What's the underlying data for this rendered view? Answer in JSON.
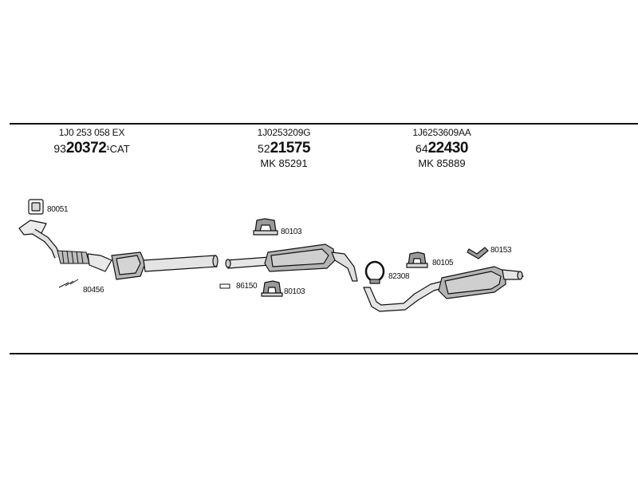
{
  "sections": [
    {
      "oem": "1J0 253 058 EX",
      "prefix": "93",
      "number": "20372",
      "suffix": "¹CAT",
      "mk": ""
    },
    {
      "oem": "1J0253209G",
      "prefix": "52",
      "number": "21575",
      "suffix": "",
      "mk": "MK  85291"
    },
    {
      "oem": "1J6253609AA",
      "prefix": "64",
      "number": "22430",
      "suffix": "",
      "mk": "MK  85889"
    }
  ],
  "parts": {
    "gasket_top": "80051",
    "bolts": "80456",
    "hanger_mid_top": "80103",
    "clamp_bolt": "86150",
    "hanger_mid_bottom": "80103",
    "clamp_ring": "82308",
    "hanger_rear": "80105",
    "bracket_rear": "80153"
  },
  "colors": {
    "ink": "#111111",
    "part_fill": "#d8d8d8",
    "part_shade": "#9a9a9a"
  }
}
